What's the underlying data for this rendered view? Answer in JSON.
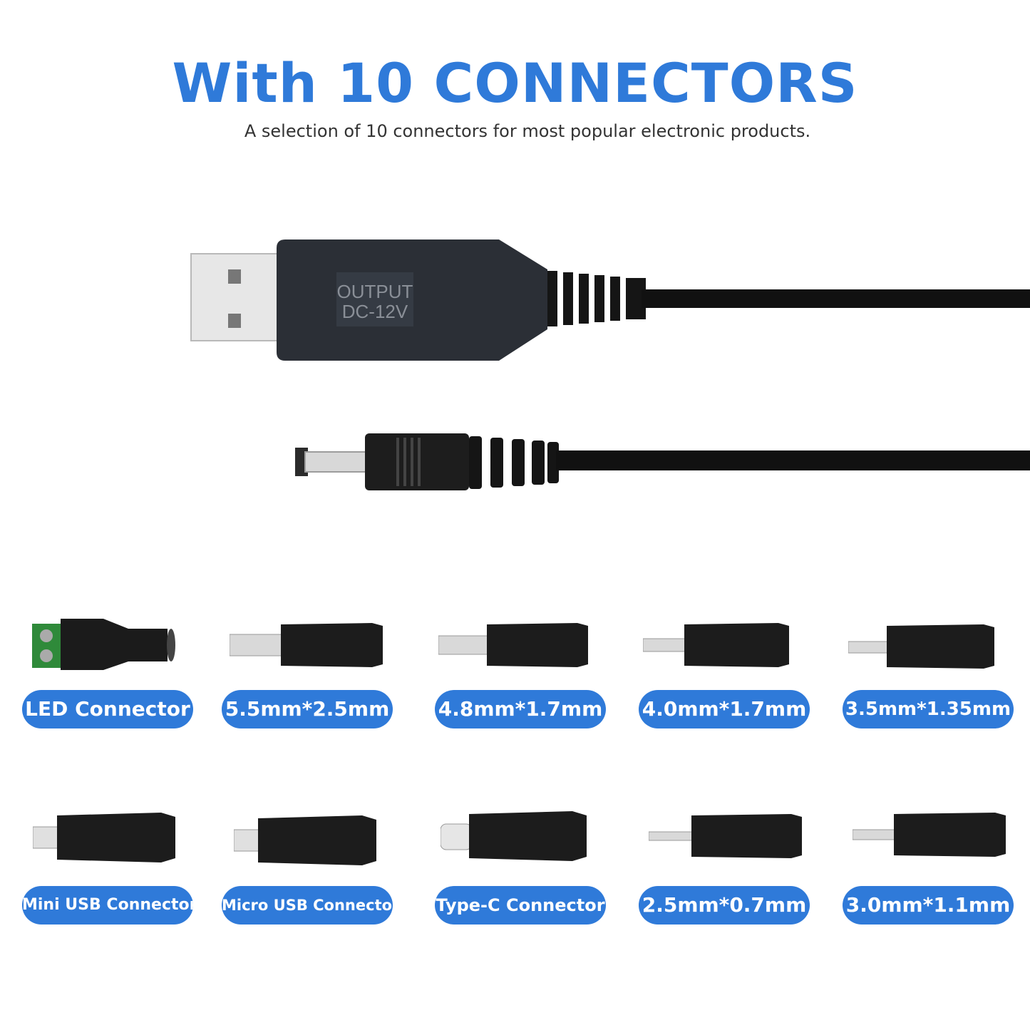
{
  "header": {
    "title": "With 10 CONNECTORS",
    "subtitle": "A selection of 10 connectors for most popular electronic products."
  },
  "cable": {
    "print_line1": "OUTPUT",
    "print_line2": "DC-12V"
  },
  "connectors": [
    {
      "label": "LED Connector"
    },
    {
      "label": "5.5mm*2.5mm"
    },
    {
      "label": "4.8mm*1.7mm"
    },
    {
      "label": "4.0mm*1.7mm"
    },
    {
      "label": "3.5mm*1.35mm"
    },
    {
      "label": "Mini USB Connector"
    },
    {
      "label": "Micro USB Connector"
    },
    {
      "label": "Type-C Connector"
    },
    {
      "label": "2.5mm*0.7mm"
    },
    {
      "label": "3.0mm*1.1mm"
    }
  ],
  "colors": {
    "accent": "#2f7ad9",
    "cable": "#111111",
    "body": "#2b2f36"
  }
}
